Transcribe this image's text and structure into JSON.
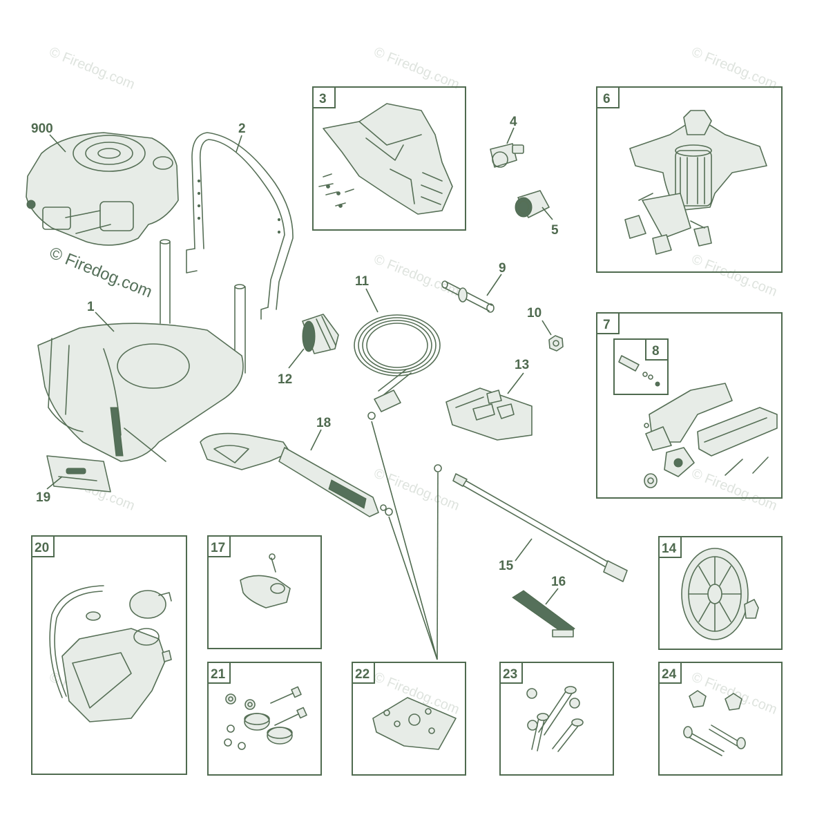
{
  "watermark": "© Firedog.com",
  "callouts": {
    "c900": "900",
    "c1": "1",
    "c2": "2",
    "c4": "4",
    "c5": "5",
    "c9": "9",
    "c10": "10",
    "c11": "11",
    "c12": "12",
    "c13": "13",
    "c15": "15",
    "c16": "16",
    "c18": "18",
    "c19": "19"
  },
  "boxes": {
    "b3": "3",
    "b6": "6",
    "b7": "7",
    "b8": "8",
    "b14": "14",
    "b17": "17",
    "b20": "20",
    "b21": "21",
    "b22": "22",
    "b23": "23",
    "b24": "24"
  },
  "colors": {
    "line": "#4f6a4f",
    "watermark": "#c9d2c9"
  }
}
